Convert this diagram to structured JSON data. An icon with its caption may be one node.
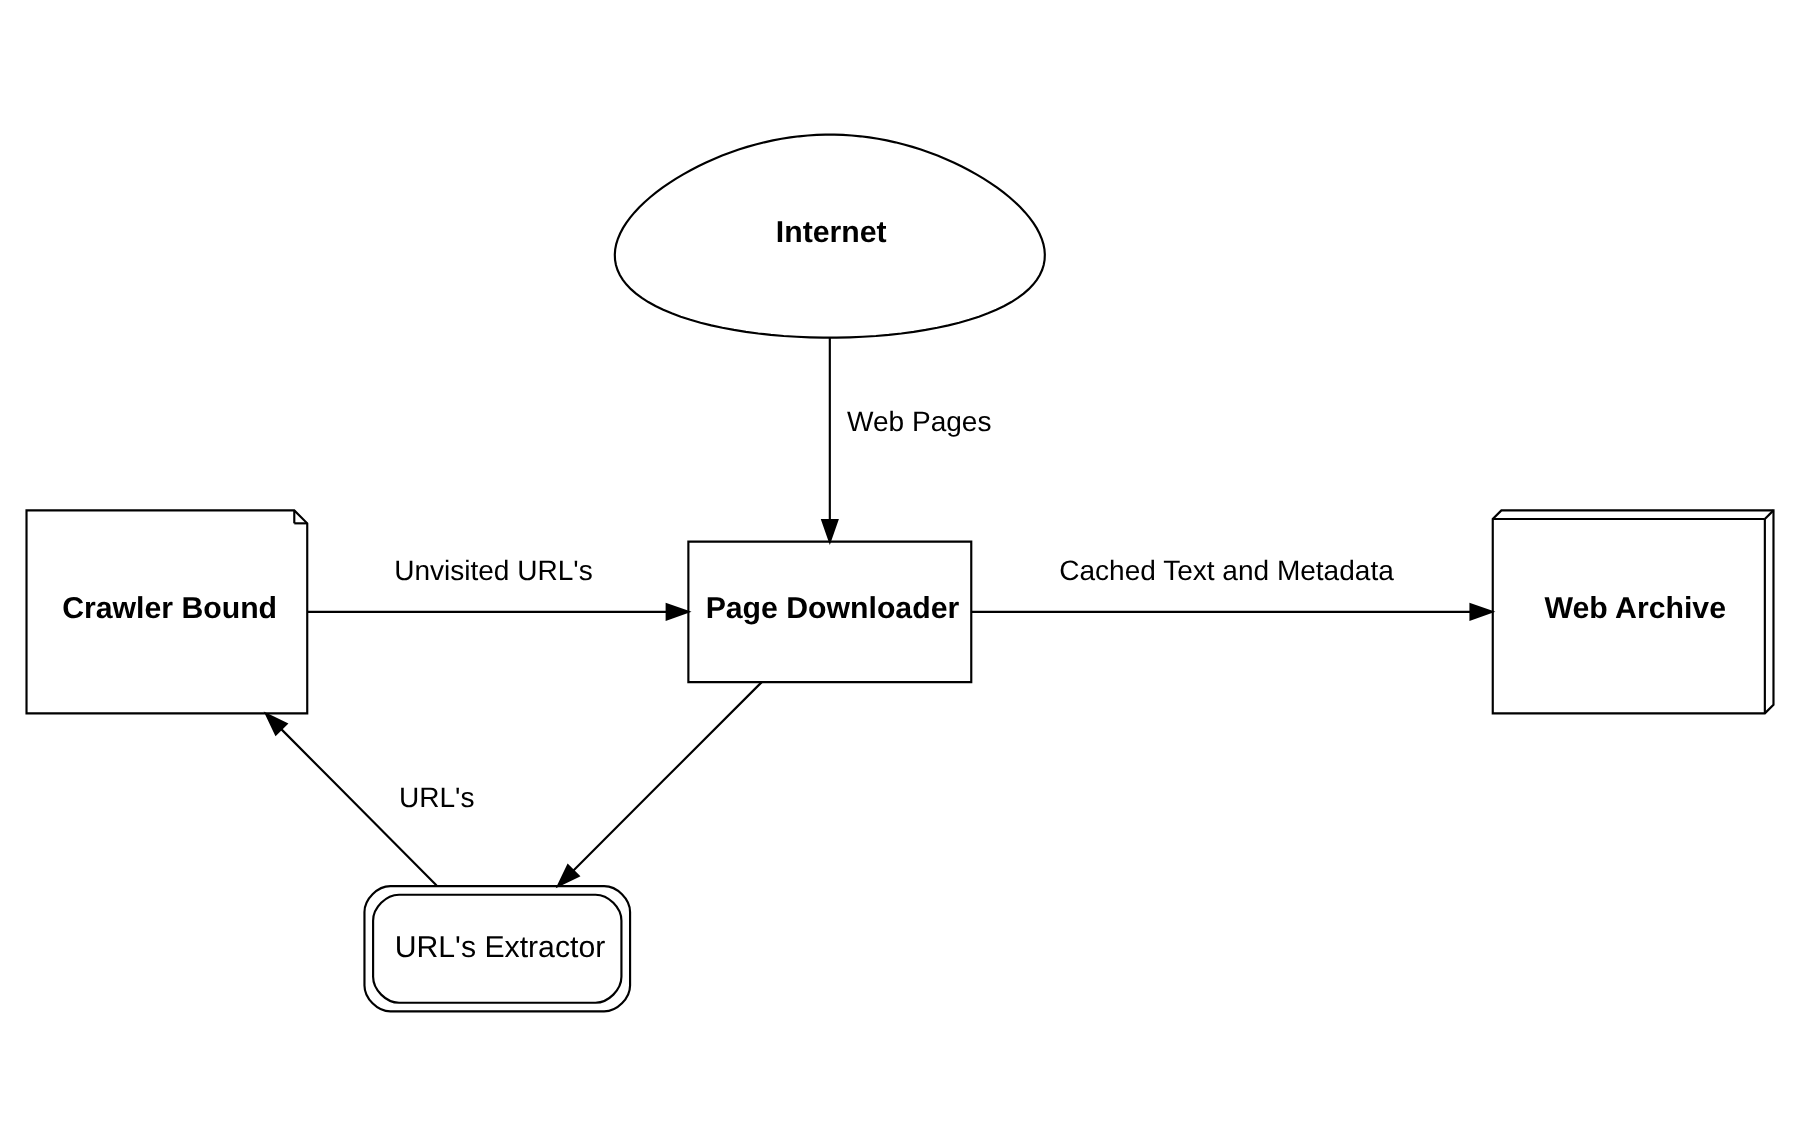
{
  "diagram": {
    "nodes": [
      {
        "text": [
          "Internet"
        ]
      },
      {
        "text": [
          "Crawler Bound"
        ]
      },
      {
        "text": [
          "Page Downloader"
        ]
      },
      {
        "text": [
          "Web Archive"
        ]
      },
      {
        "text": [
          "URL's Extractor"
        ]
      }
    ],
    "edges": [
      {
        "from": 0,
        "to": 2,
        "arrow": "to",
        "label": "Web Pages"
      },
      {
        "from": 1,
        "to": 2,
        "arrow": "to",
        "label": "Unvisited URL's"
      },
      {
        "from": 2,
        "to": 3,
        "arrow": "to",
        "label": "Cached Text and Metadata"
      },
      {
        "from": 2,
        "to": 4,
        "arrow": "to"
      },
      {
        "from": 4,
        "to": 1,
        "arrow": "to",
        "label": "URL's"
      }
    ]
  }
}
